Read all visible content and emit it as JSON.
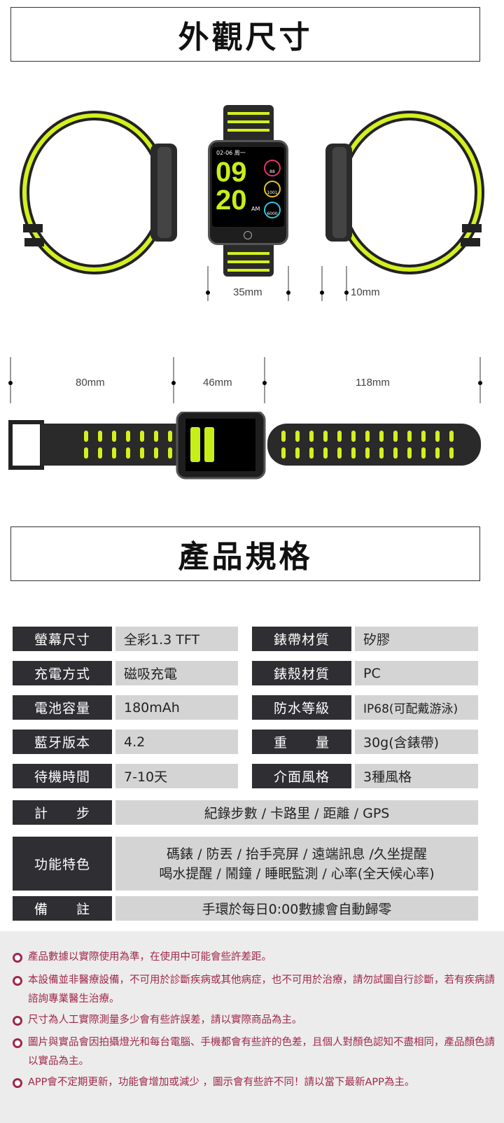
{
  "section1_title": "外觀尺寸",
  "watch_screen": {
    "date": "02-06 周一",
    "hour": "09",
    "minute": "20",
    "ampm": "AM",
    "heart": "88",
    "calories": "1001",
    "steps": "6000"
  },
  "dimensions": {
    "width": "35mm",
    "thickness": "10mm",
    "strap_short": "80mm",
    "body_length": "46mm",
    "strap_long": "118mm"
  },
  "section2_title": "產品規格",
  "specs": [
    {
      "label": "螢幕尺寸",
      "value": "全彩1.3 TFT",
      "label2": "錶帶材質",
      "value2": "矽膠"
    },
    {
      "label": "充電方式",
      "value": "磁吸充電",
      "label2": "錶殼材質",
      "value2": "PC"
    },
    {
      "label": "電池容量",
      "value": "180mAh",
      "label2": "防水等級",
      "value2": "IP68(可配戴游泳)"
    },
    {
      "label": "藍牙版本",
      "value": "4.2",
      "label2": "重　　量",
      "value2": "30g(含錶帶)"
    },
    {
      "label": "待機時間",
      "value": "7-10天",
      "label2": "介面風格",
      "value2": "3種風格"
    }
  ],
  "steps_row": {
    "label": "計　　步",
    "value": "紀錄步數 / 卡路里 / 距離 / GPS"
  },
  "features_row": {
    "label": "功能特色",
    "line1": "碼錶 / 防丟 / 抬手亮屏 / 遠端訊息 /久坐提醒",
    "line2": "喝水提醒 / 鬧鐘 / 睡眠監測 / 心率(全天候心率)"
  },
  "remark_row": {
    "label": "備　　註",
    "value": "手環於每日0:00數據會自動歸零"
  },
  "notes": [
    "產品數據以實際使用為準，在使用中可能會些許差距。",
    "本設備並非醫療設備，不可用於診斷疾病或其他病症，也不可用於治療，請勿試圖自行診斷，若有疾病請諮詢專業醫生治療。",
    "尺寸為人工實際測量多少會有些許誤差，請以實際商品為主。",
    "圖片與實品會因拍攝燈光和每台電腦、手機都會有些許的色差，且個人對顏色認知不盡相同，產品顏色請以實品為主。",
    "APP會不定期更新，功能會增加或減少 ，圖示會有些許不同！請以當下最新APP為主。"
  ],
  "colors": {
    "strap_accent": "#d4f01e",
    "label_bg": "#2f2f33",
    "value_bg": "#d4d4d4",
    "note_text": "#a0284a"
  }
}
